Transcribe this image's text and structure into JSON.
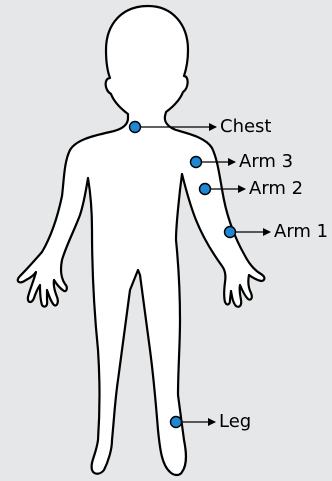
{
  "colors": {
    "background": "#e6e7e8",
    "body_fill": "#ffffff",
    "body_outline": "#000000",
    "marker_fill": "#1e88d4",
    "marker_outline": "#000000",
    "arrow": "#000000",
    "text": "#000000"
  },
  "labels": {
    "chest": "Chest",
    "arm3": "Arm 3",
    "arm2": "Arm 2",
    "arm1": "Arm 1",
    "leg": "Leg"
  }
}
